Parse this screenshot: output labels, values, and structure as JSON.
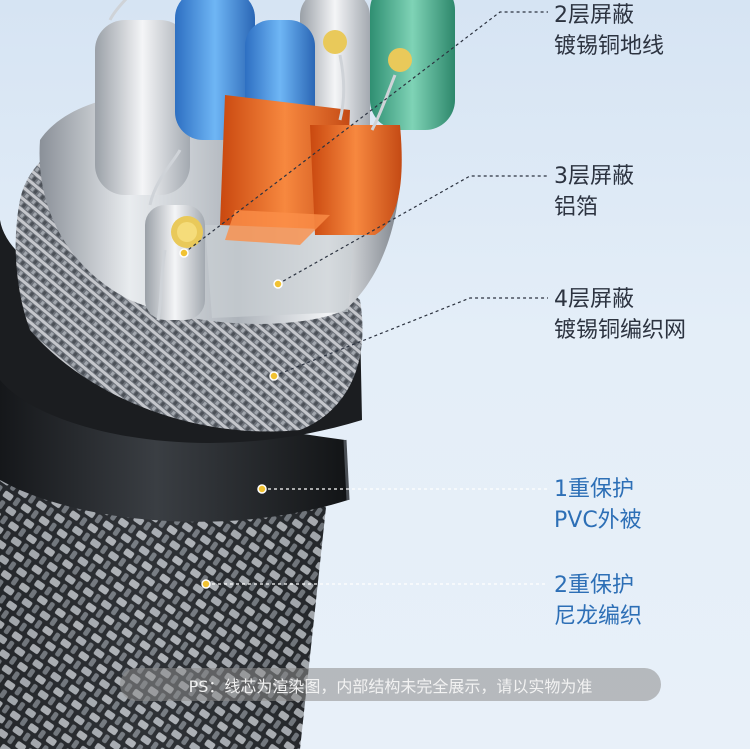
{
  "labels": [
    {
      "line1": "2层屏蔽",
      "line2": "镀锡铜地线"
    },
    {
      "line1": "3层屏蔽",
      "line2": "铝箔"
    },
    {
      "line1": "4层屏蔽",
      "line2": "镀锡铜编织网"
    },
    {
      "line1": "1重保护",
      "line2": "PVC外被"
    },
    {
      "line1": "2重保护",
      "line2": "尼龙编织"
    }
  ],
  "note": "PS：线芯为渲染图，内部结构未完全展示，请以实物为准",
  "colors": {
    "background": "#dfe9f5",
    "label_dark": "#2c3340",
    "label_blue": "#2d6fb6",
    "marker": "#f1c232",
    "core_orange": "#e8631e",
    "core_blue": "#3d8fe0",
    "core_green": "#4fb493",
    "jacket": "#1f2226"
  }
}
